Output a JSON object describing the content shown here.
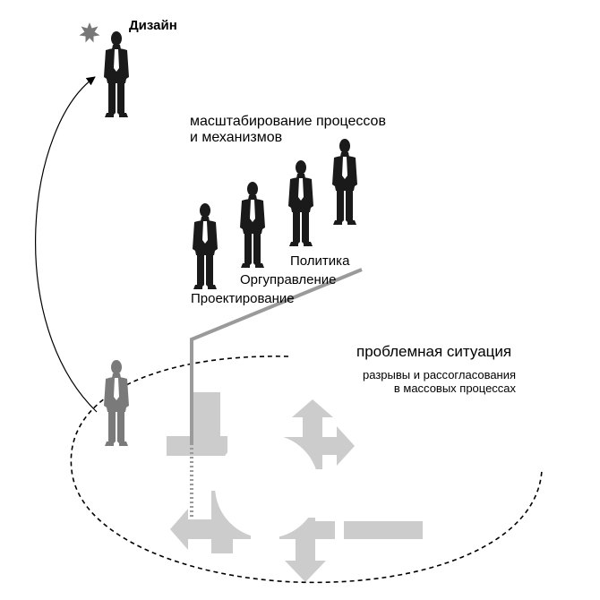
{
  "labels": {
    "design": "Дизайн",
    "scaling": "масштабирование процессов и механизмов",
    "politika": "Политика",
    "orgupravlenie": "Оргуправление",
    "proektirovanie": "Проектирование",
    "problem_situation": "проблемная ситуация",
    "gaps_line1": "разрывы и рассогласования",
    "gaps_line2": "в массовых процессах"
  },
  "colors": {
    "text": "#000000",
    "figure_dark": "#1a1a1a",
    "figure_gray": "#7a7a7a",
    "arrows": "#cccccc",
    "line_gray": "#9a9a9a",
    "star": "#777777"
  },
  "icons": [
    "star-icon",
    "person-icon",
    "arrow-icon"
  ]
}
